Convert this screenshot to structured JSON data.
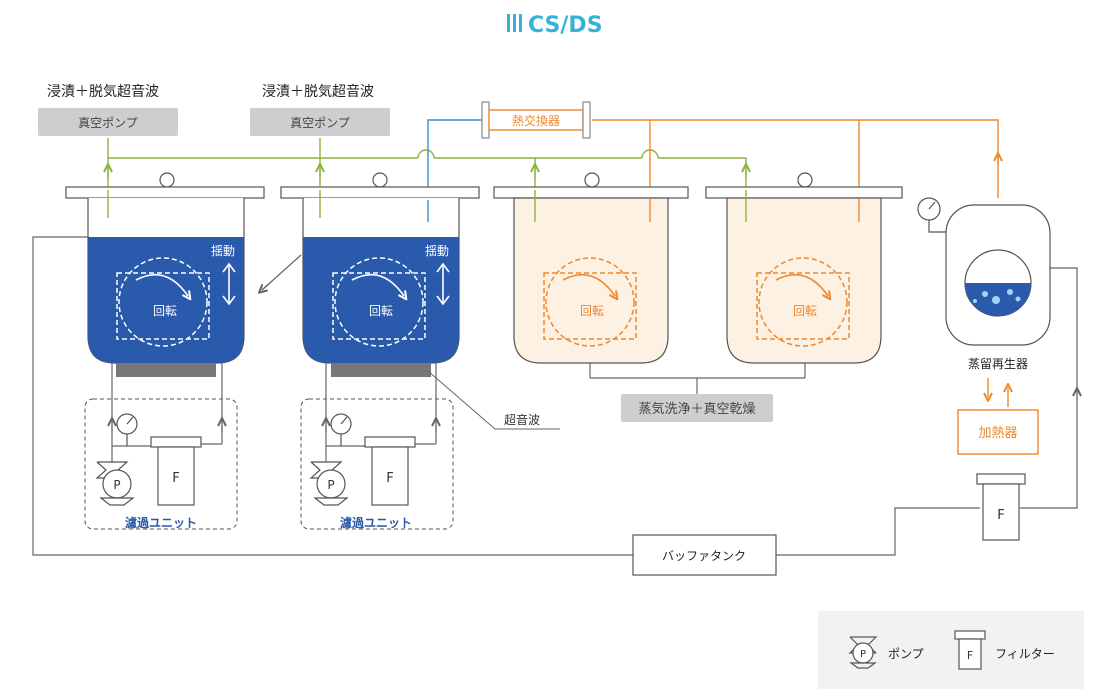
{
  "title": "CS/DS",
  "colors": {
    "green": "#8cb43c",
    "blue": "#3f8fd0",
    "orange": "#f0882a",
    "tank_blue": "#2a5aac",
    "tank_peach": "#fdf1e4",
    "grey_box": "#cfcdd0",
    "line": "#555555",
    "accent": "#37b2d6"
  },
  "labels": {
    "vacuum_heading": "浸漬＋脱気超音波",
    "vacuum_pump": "真空ポンプ",
    "heat_exchanger": "熱交換器",
    "agitation": "揺動",
    "rotation": "回転",
    "ultrasonic": "超音波",
    "steam_wash": "蒸気洗浄＋真空乾燥",
    "distiller": "蒸留再生器",
    "heater": "加熱器",
    "filtration_unit": "濾過ユニット",
    "buffer_tank": "バッファタンク",
    "pump_letter": "P",
    "filter_letter": "F"
  },
  "legend": {
    "pump": "ポンプ",
    "filter": "フィルター"
  }
}
